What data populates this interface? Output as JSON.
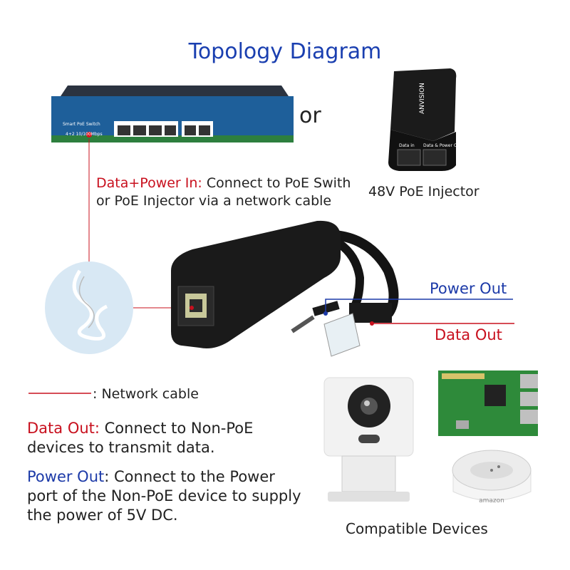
{
  "title": "Topology Diagram",
  "or_text": "or",
  "switch": {
    "label": "Smart PoE Switch",
    "sublabel": "4+2 10/100Mbps"
  },
  "injector": {
    "brand": "ANVISION",
    "port_data_in": "Data in",
    "port_power_out": "Data & Power Out",
    "label": "48V PoE Injector"
  },
  "note_in": {
    "highlight": "Data+Power In:",
    "text": " Connect to PoE Swith or PoE Injector via a network cable"
  },
  "labels": {
    "power_out": "Power Out",
    "data_out": "Data Out"
  },
  "legend": {
    "text": ": Network cable"
  },
  "note_data_out": {
    "highlight": "Data Out:",
    "text": " Connect to Non-PoE devices to transmit data."
  },
  "note_power_out": {
    "highlight": "Power Out",
    "text": ": Connect to the Power port of the Non-PoE device to supply the power of 5V DC."
  },
  "echo_label": "amazon",
  "compatible_label": "Compatible Devices",
  "colors": {
    "title": "#1a3fb0",
    "red": "#c8101e",
    "blue": "#1c3aa8"
  }
}
